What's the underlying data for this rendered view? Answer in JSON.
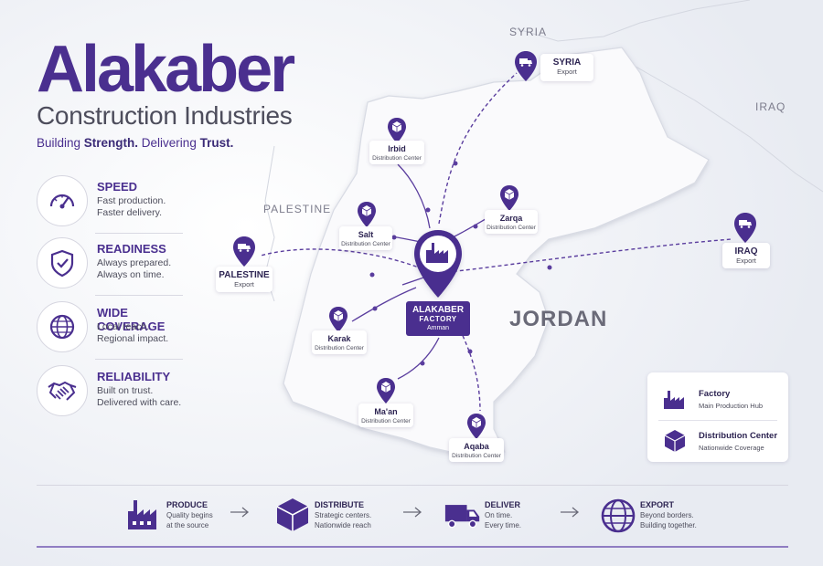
{
  "brand": {
    "name": "Alakaber",
    "subtitle": "Construction Industries",
    "tagline_prefix": "Building ",
    "tagline_bold1": "Strength.",
    "tagline_mid": " Delivering ",
    "tagline_bold2": "Trust."
  },
  "features": [
    {
      "title": "SPEED",
      "line1": "Fast production.",
      "line2": "Faster delivery.",
      "icon": "speedometer-icon"
    },
    {
      "title": "READINESS",
      "line1": "Always prepared.",
      "line2": "Always on time.",
      "icon": "shield-check-icon"
    },
    {
      "title": "WIDE COVERAGE",
      "line1": "Local reach.",
      "line2": "Regional impact.",
      "icon": "globe-icon"
    },
    {
      "title": "RELIABILITY",
      "line1": "Built on trust.",
      "line2": "Delivered with care.",
      "icon": "handshake-icon"
    }
  ],
  "regions": {
    "syria": "SYRIA",
    "iraq": "IRAQ",
    "palestine": "PALESTINE",
    "jordan": "JORDAN"
  },
  "factory": {
    "line1": "ALAKABER",
    "line2": "FACTORY",
    "line3": "Amman"
  },
  "distribution_centers": [
    {
      "name": "Irbid",
      "sub": "Distribution Center"
    },
    {
      "name": "Zarqa",
      "sub": "Distribution Center"
    },
    {
      "name": "Salt",
      "sub": "Distribution Center"
    },
    {
      "name": "Karak",
      "sub": "Distribution Center"
    },
    {
      "name": "Ma'an",
      "sub": "Distribution Center"
    },
    {
      "name": "Aqaba",
      "sub": "Distribution Center"
    }
  ],
  "exports": [
    {
      "name": "SYRIA",
      "sub": "Export"
    },
    {
      "name": "PALESTINE",
      "sub": "Export"
    },
    {
      "name": "IRAQ",
      "sub": "Export"
    }
  ],
  "legend": [
    {
      "title": "Factory",
      "sub": "Main Production Hub"
    },
    {
      "title": "Distribution Center",
      "sub": "Nationwide Coverage"
    }
  ],
  "steps": [
    {
      "title": "PRODUCE",
      "line1": "Quality begins",
      "line2": "at the source"
    },
    {
      "title": "DISTRIBUTE",
      "line1": "Strategic centers.",
      "line2": "Nationwide reach"
    },
    {
      "title": "DELIVER",
      "line1": "On time.",
      "line2": "Every time."
    },
    {
      "title": "EXPORT",
      "line1": "Beyond borders.",
      "line2": "Building together."
    }
  ],
  "colors": {
    "brand": "#4a2f8f",
    "text": "#2d2452",
    "map": "#fafafc",
    "background": "#eef0f5"
  }
}
